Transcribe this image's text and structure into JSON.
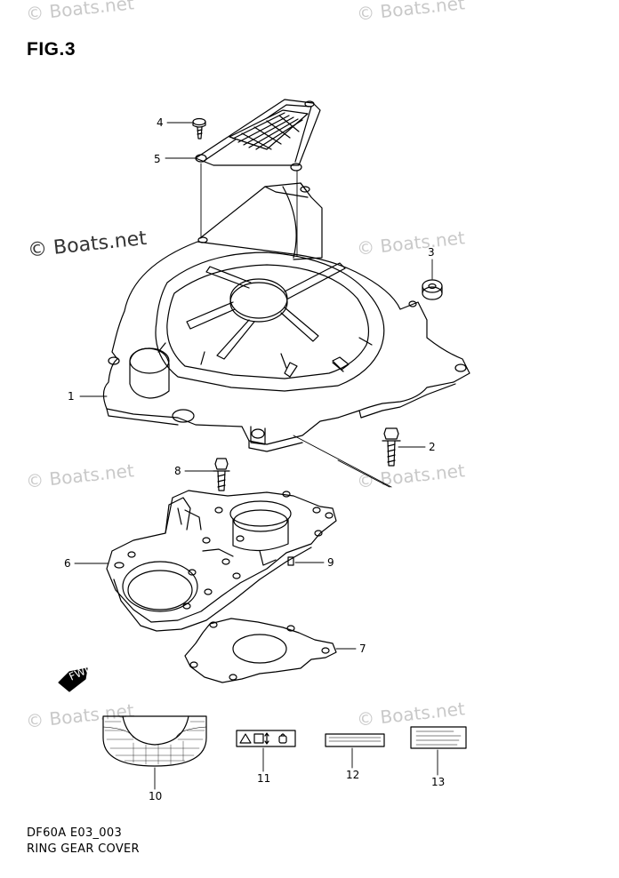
{
  "figure": {
    "title": "FIG.3",
    "code": "DF60A E03_003",
    "name": "RING GEAR COVER"
  },
  "watermarks": [
    "© Boats.net",
    "© Boats.net",
    "© Boats.net",
    "© Boats.net",
    "© Boats.net",
    "© Boats.net",
    "© Boats.net",
    "© Boats.net"
  ],
  "callouts": [
    "1",
    "2",
    "3",
    "4",
    "5",
    "6",
    "7",
    "8",
    "9",
    "10",
    "11",
    "12",
    "13"
  ],
  "fwd_label": "FWD"
}
